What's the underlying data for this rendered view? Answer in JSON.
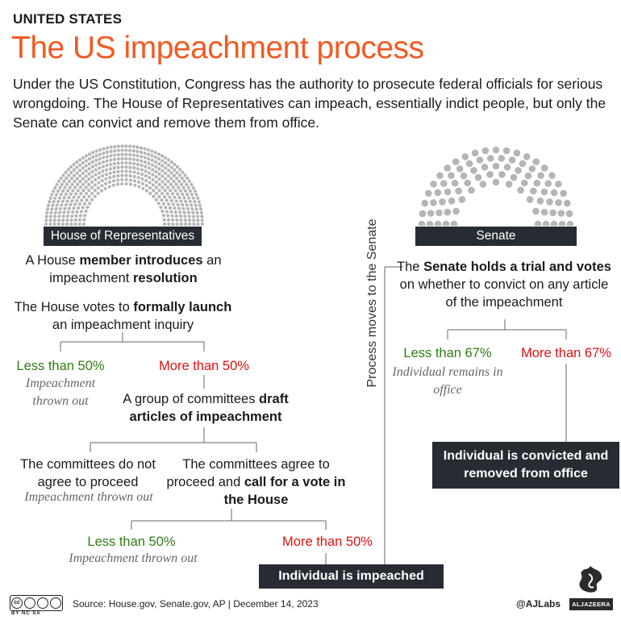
{
  "kicker": "UNITED STATES",
  "title": "The US impeachment process",
  "intro": "Under the US Constitution, Congress has the authority to prosecute federal officials for serious wrongdoing. The House of Representatives can impeach, essentially indict people, but only the Senate can convict and remove them from office.",
  "house": {
    "label": "House of Representatives",
    "step1": {
      "pre": "A House ",
      "b1": "member introduces",
      "mid": " an impeachment ",
      "b2": "resolution"
    },
    "step2": {
      "pre": "The House votes to ",
      "b1": "formally launch",
      "post": " an impeachment inquiry"
    },
    "vote1": {
      "less": "Less than 50%",
      "less_note": "Impeachment thrown out",
      "more": "More than 50%"
    },
    "step3": {
      "pre": "A group of committees ",
      "b1": "draft articles of impeachment"
    },
    "committees_disagree": {
      "text": "The committees do not agree to proceed",
      "note": "Impeachment thrown out"
    },
    "committees_agree": {
      "pre": "The committees agree to proceed and ",
      "b1": "call for a vote in the House"
    },
    "vote2": {
      "less": "Less than 50%",
      "less_note": "Impeachment thrown out",
      "more": "More than 50%"
    },
    "result": "Individual is impeached"
  },
  "transition": "Process moves to the Senate",
  "senate": {
    "label": "Senate",
    "step1": {
      "pre": "The ",
      "b1": "Senate holds a trial and votes",
      "post": " on whether to convict on any article of the impeachment"
    },
    "vote": {
      "less": "Less than 67%",
      "less_note": "Individual remains in office",
      "more": "More than 67%"
    },
    "result": "Individual is convicted and removed from office"
  },
  "footer": {
    "license": "BY NC SA",
    "source": "Source: House.gov, Senate.gov, AP  |  December 14, 2023",
    "handle": "@AJLabs",
    "brand": "ALJAZEERA"
  },
  "colors": {
    "accent": "#f15a22",
    "green": "#2e7d15",
    "red": "#e01010",
    "dark": "#272b33"
  }
}
